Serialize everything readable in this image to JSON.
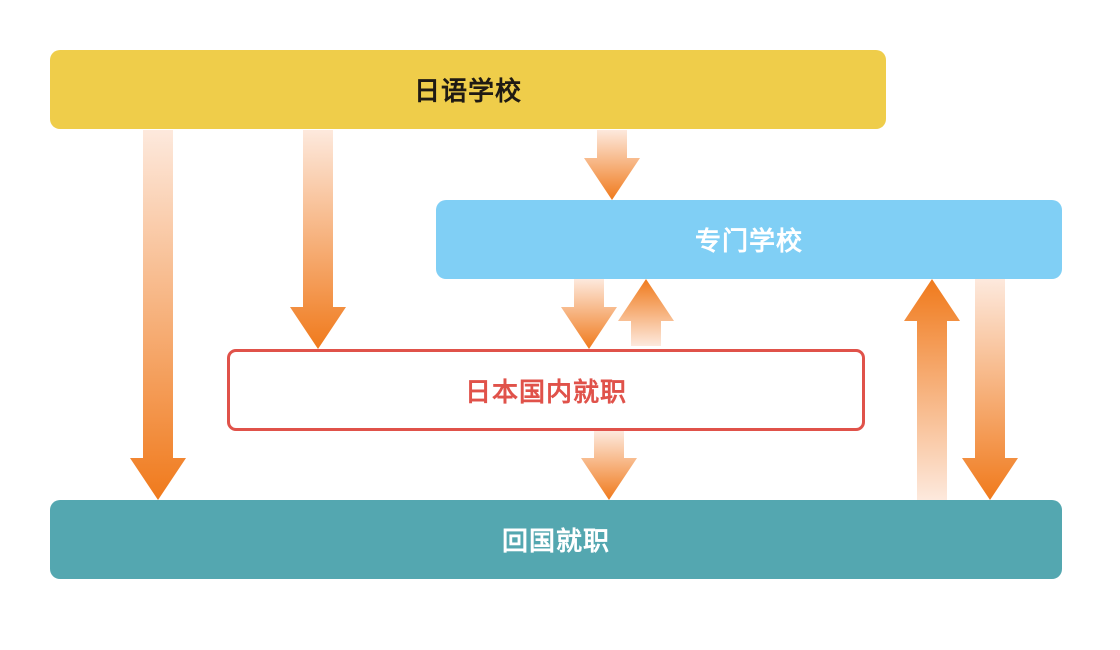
{
  "diagram": {
    "nodes": {
      "japanese_school": {
        "label": "日语学校",
        "color": "#efcd4a",
        "text_color": "#1f1a14"
      },
      "vocational_school": {
        "label": "专门学校",
        "color": "#80cff5",
        "text_color": "#ffffff"
      },
      "japan_employment": {
        "label": "日本国内就职",
        "border_color": "#e0524a",
        "text_color": "#e0524a"
      },
      "return_employment": {
        "label": "回国就职",
        "color": "#54a7b0",
        "text_color": "#ffffff"
      }
    },
    "arrow_colors": {
      "start": "#fde9dd",
      "end": "#f07a1c"
    },
    "edges": [
      {
        "from": "japanese_school",
        "to": "return_employment"
      },
      {
        "from": "japanese_school",
        "to": "japan_employment"
      },
      {
        "from": "japanese_school",
        "to": "vocational_school"
      },
      {
        "from": "vocational_school",
        "to": "japan_employment"
      },
      {
        "from": "japan_employment",
        "to": "vocational_school"
      },
      {
        "from": "japan_employment",
        "to": "return_employment"
      },
      {
        "from": "return_employment",
        "to": "vocational_school"
      },
      {
        "from": "vocational_school",
        "to": "return_employment"
      }
    ]
  }
}
